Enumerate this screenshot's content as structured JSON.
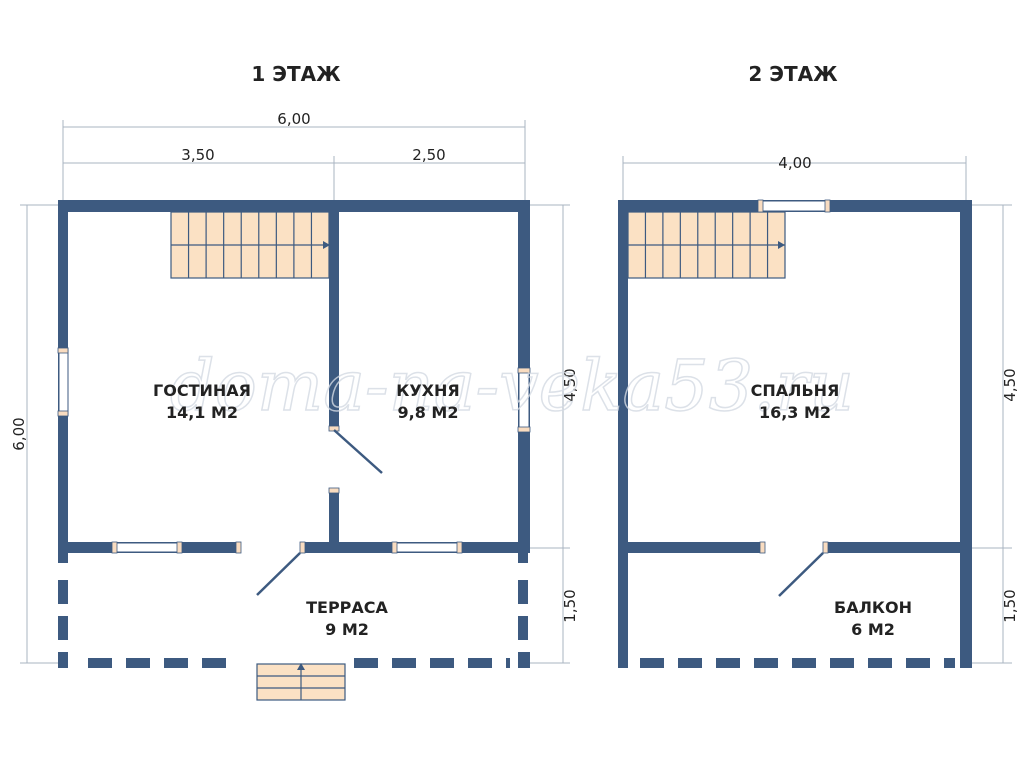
{
  "watermark": "doma-na-veka53.ru",
  "floor1": {
    "title": "1 ЭТАЖ",
    "dims": {
      "total_width": "6,00",
      "left_width": "3,50",
      "right_width": "2,50",
      "total_depth": "6,00",
      "main_depth": "4,50",
      "terrace_depth": "1,50"
    },
    "rooms": [
      {
        "name": "ГОСТИНАЯ",
        "area": "14,1 М2"
      },
      {
        "name": "КУХНЯ",
        "area": "9,8 М2"
      },
      {
        "name": "ТЕРРАСА",
        "area": "9 М2"
      }
    ]
  },
  "floor2": {
    "title": "2 ЭТАЖ",
    "dims": {
      "total_width": "4,00",
      "main_depth": "4,50",
      "balcony_depth": "1,50"
    },
    "rooms": [
      {
        "name": "СПАЛЬНЯ",
        "area": "16,3 М2"
      },
      {
        "name": "БАЛКОН",
        "area": "6 М2"
      }
    ]
  },
  "colors": {
    "wall": "#3d5a80",
    "stair": "#fbe1c4"
  }
}
